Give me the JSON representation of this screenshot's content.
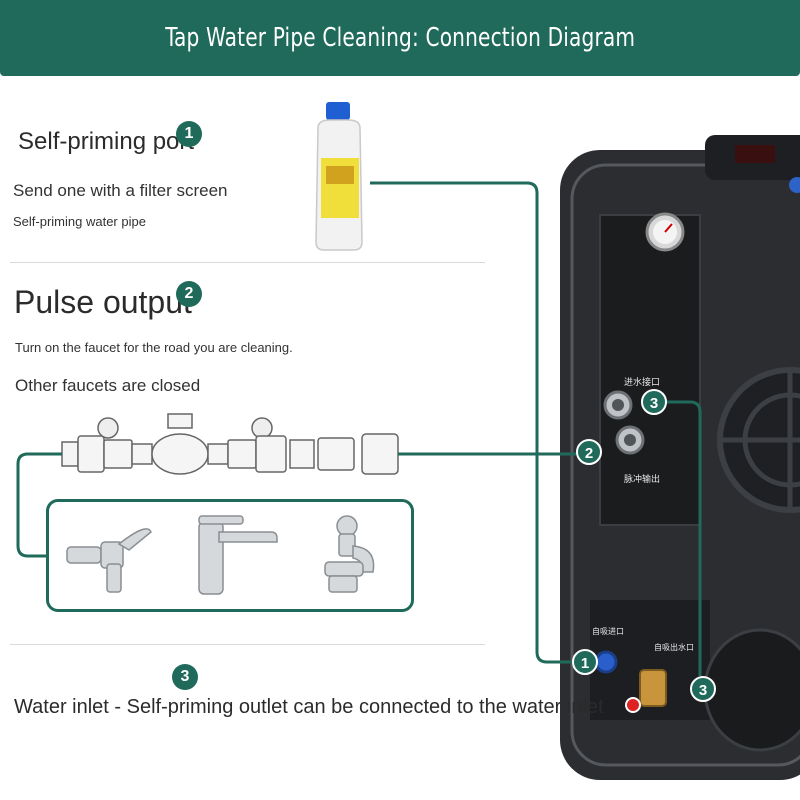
{
  "header": {
    "title": "Tap Water Pipe Cleaning: Connection Diagram"
  },
  "sections": {
    "self_priming": {
      "title": "Self-priming port",
      "badge": "1",
      "line1": "Send one with a filter screen",
      "line2": "Self-priming water pipe"
    },
    "pulse": {
      "title": "Pulse output",
      "badge": "2",
      "line1": "Turn on the faucet for the road you are cleaning.",
      "line2": "Other faucets are closed"
    },
    "inlet": {
      "badge": "3",
      "text": "Water inlet - Self-priming outlet can be connected to the water inlet"
    }
  },
  "machine": {
    "ports": [
      {
        "label": "3"
      },
      {
        "label": "2"
      },
      {
        "label": "1"
      },
      {
        "label": "3"
      }
    ],
    "upper_label_top": "进水接口",
    "upper_label_bottom": "脉冲输出",
    "lower_label_left": "自吸进口",
    "lower_label_right": "自吸出水口"
  },
  "colors": {
    "accent": "#1f6a5a",
    "banner": "#1f6a5a"
  },
  "icons": [
    "cleaner-bottle-icon",
    "pipe-fittings-icon",
    "faucet-icon",
    "basin-faucet-icon",
    "cross-handle-faucet-icon",
    "pressure-gauge-icon"
  ]
}
